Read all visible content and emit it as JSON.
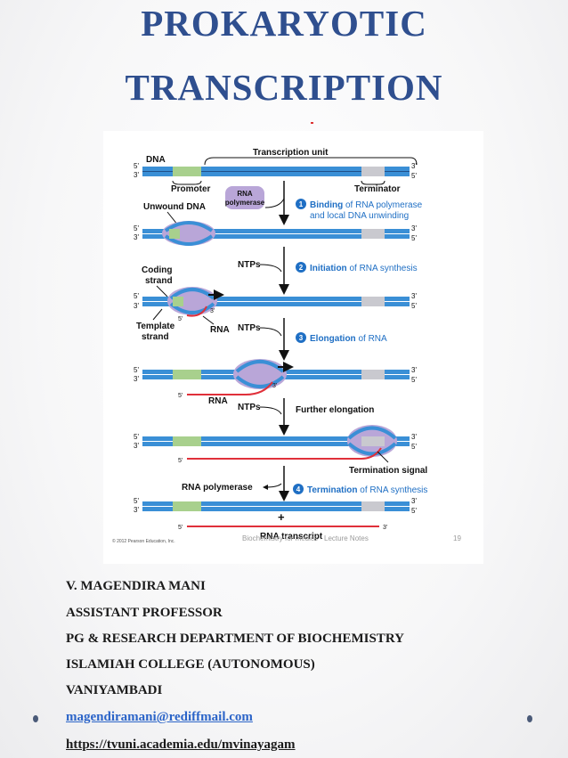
{
  "slide": {
    "title_line1": "PROKARYOTIC",
    "title_line2": "TRANSCRIPTION"
  },
  "figure": {
    "labels": {
      "dna": "DNA",
      "transcription_unit": "Transcription unit",
      "promoter": "Promoter",
      "terminator": "Terminator",
      "rna_polymerase_box_1": "RNA",
      "rna_polymerase_box_2": "polymerase",
      "unwound_dna": "Unwound DNA",
      "coding_strand_1": "Coding",
      "coding_strand_2": "strand",
      "template_strand_1": "Template",
      "template_strand_2": "strand",
      "rna": "RNA",
      "ntps": "NTPs",
      "further_elongation": "Further elongation",
      "termination_signal": "Termination signal",
      "rna_polymerase": "RNA polymerase",
      "plus": "+",
      "rna_transcript": "RNA transcript",
      "five_prime": "5'",
      "three_prime": "3'",
      "copyright": "© 2012 Pearson Education, Inc.",
      "watermark": "Biochemistry for medics - Lecture Notes",
      "page_number": "19"
    },
    "steps": [
      {
        "num": "1",
        "bold": "Binding",
        "rest_line1": " of RNA polymerase",
        "line2": "and local DNA unwinding"
      },
      {
        "num": "2",
        "bold": "Initiation",
        "rest_line1": " of RNA synthesis"
      },
      {
        "num": "3",
        "bold": "Elongation",
        "rest_line1": " of RNA"
      },
      {
        "num": "4",
        "bold": "Termination",
        "rest_line1": " of RNA synthesis"
      }
    ],
    "colors": {
      "dna_strand": "#3a8fd6",
      "dna_dark": "#20508a",
      "promoter": "#a8d08d",
      "terminator": "#c9c9cf",
      "polymerase": "#b9a6d8",
      "rna": "#e0303a",
      "step_text": "#1f6fc4"
    }
  },
  "author": {
    "name": "V. MAGENDIRA MANI",
    "position": "ASSISTANT PROFESSOR",
    "department": "PG & RESEARCH DEPARTMENT OF BIOCHEMISTRY",
    "college": "ISLAMIAH COLLEGE (AUTONOMOUS)",
    "city": "VANIYAMBADI",
    "email": "magendiramani@rediffmail.com",
    "url": "https://tvuni.academia.edu/mvinayagam"
  }
}
